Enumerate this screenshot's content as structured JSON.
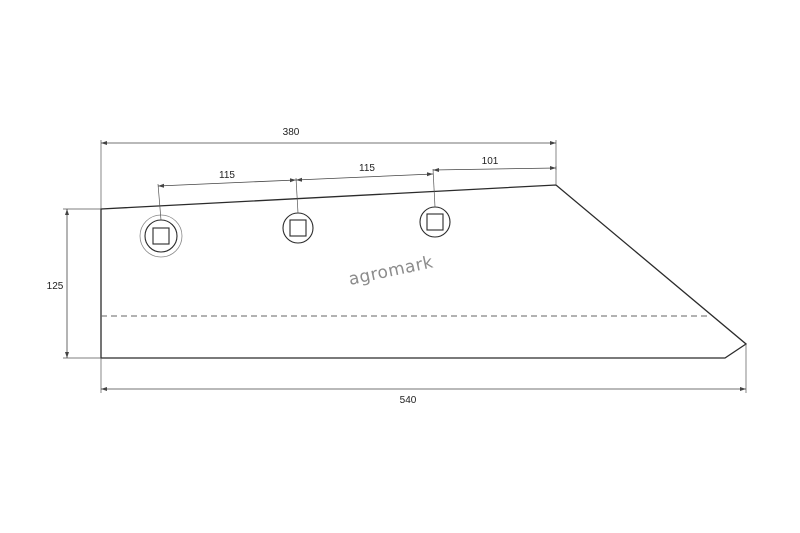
{
  "drawing": {
    "dimensions": {
      "overall_length": "540",
      "top_length": "380",
      "height": "125",
      "hole_spacing_1": "115",
      "hole_spacing_2": "115",
      "hole_to_tip": "101"
    },
    "watermark": "agromark",
    "hole_count": 3
  }
}
